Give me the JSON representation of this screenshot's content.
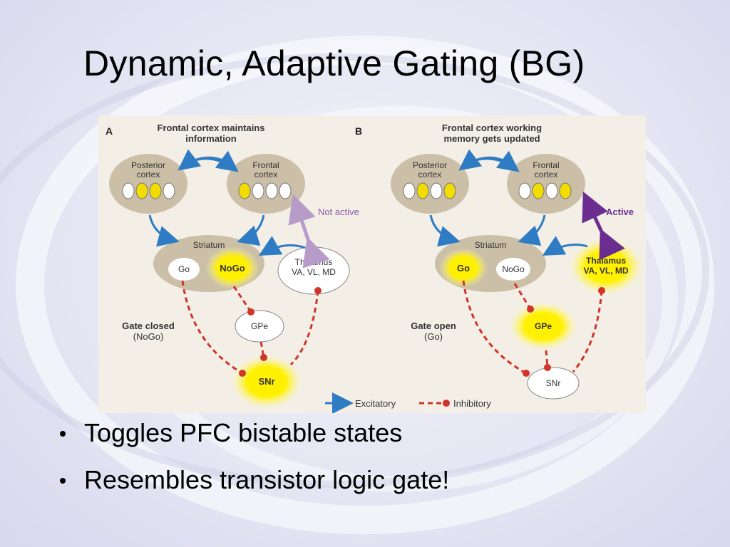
{
  "slide": {
    "title": "Dynamic, Adaptive Gating (BG)",
    "bullets": [
      "Toggles PFC bistable states",
      "Resembles transistor logic gate!"
    ]
  },
  "figure": {
    "colors": {
      "panel_bg": "#f3efe6",
      "region_fill": "#cbbfa7",
      "active_glow": "#ffe600",
      "excitatory_arrow": "#2f7cc4",
      "inhibitory_line": "#d0342a",
      "not_active_arrow": "#b79bc9",
      "active_arrow": "#6b2d90"
    },
    "legend": {
      "excitatory": "Excitatory",
      "inhibitory": "Inhibitory"
    },
    "panel_a": {
      "letter": "A",
      "heading_line1": "Frontal cortex maintains",
      "heading_line2": "information",
      "posterior_line1": "Posterior",
      "posterior_line2": "cortex",
      "frontal_line1": "Frontal",
      "frontal_line2": "cortex",
      "striatum": "Striatum",
      "go": "Go",
      "nogo": "NoGo",
      "thalamus_line1": "Thalamus",
      "thalamus_line2": "VA, VL, MD",
      "gpe": "GPe",
      "snr": "SNr",
      "gate_line1": "Gate closed",
      "gate_line2": "(NoGo)",
      "status": "Not active",
      "posterior_cells": [
        "white",
        "yellow",
        "yellow",
        "white"
      ],
      "frontal_cells": [
        "yellow",
        "white",
        "white",
        "white"
      ]
    },
    "panel_b": {
      "letter": "B",
      "heading_line1": "Frontal cortex working",
      "heading_line2": "memory gets updated",
      "posterior_line1": "Posterior",
      "posterior_line2": "cortex",
      "frontal_line1": "Frontal",
      "frontal_line2": "cortex",
      "striatum": "Striatum",
      "go": "Go",
      "nogo": "NoGo",
      "thalamus_line1": "Thalamus",
      "thalamus_line2": "VA, VL, MD",
      "gpe": "GPe",
      "snr": "SNr",
      "gate_line1": "Gate open",
      "gate_line2": "(Go)",
      "status": "Active",
      "posterior_cells": [
        "white",
        "yellow",
        "white",
        "yellow"
      ],
      "frontal_cells": [
        "white",
        "yellow",
        "white",
        "yellow"
      ]
    }
  }
}
